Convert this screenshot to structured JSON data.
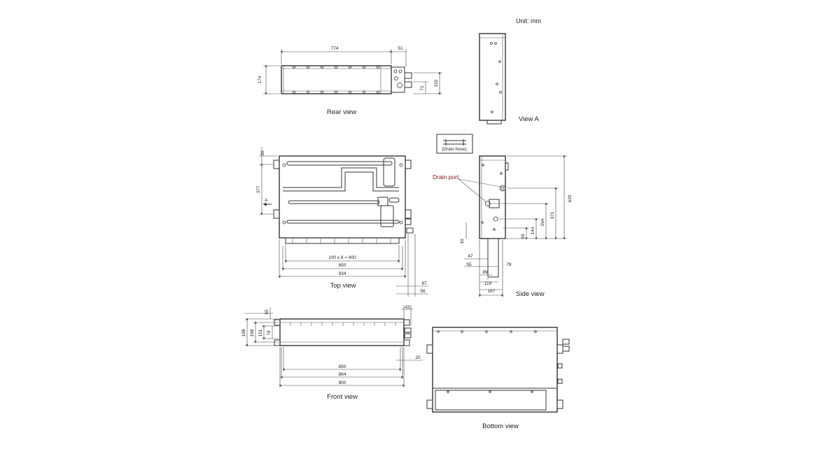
{
  "unit_label": "Unit: mm",
  "views": {
    "rear": "Rear view",
    "view_a": "View A",
    "top": "Top view",
    "side": "Side view",
    "front": "Front view",
    "bottom": "Bottom view"
  },
  "callouts": {
    "drain_port": "Drain port",
    "drain_hose": "(Drain hose)",
    "arrow_a": "A"
  },
  "dimensions": {
    "rear": {
      "width": "774",
      "right": "51",
      "height": "174",
      "h1": "152",
      "h2": "71"
    },
    "top": {
      "pitch": "100 x 8 = 800",
      "w850": "850",
      "w934": "934",
      "d30": "30",
      "d377": "377",
      "d87": "87",
      "d56": "56"
    },
    "side": {
      "d10": "10",
      "d47": "47",
      "d55": "55",
      "d78": "78",
      "d89": "89",
      "d119": "119",
      "d167": "167",
      "d620": "620",
      "d371": "371",
      "d264": "264",
      "d144": "144",
      "d69": "69"
    },
    "front": {
      "d55": "55",
      "d43": "43",
      "d198": "198",
      "d168": "168",
      "d151": "151",
      "d78": "78",
      "d20": "20",
      "w850": "850",
      "w864": "864",
      "w900": "900"
    }
  }
}
